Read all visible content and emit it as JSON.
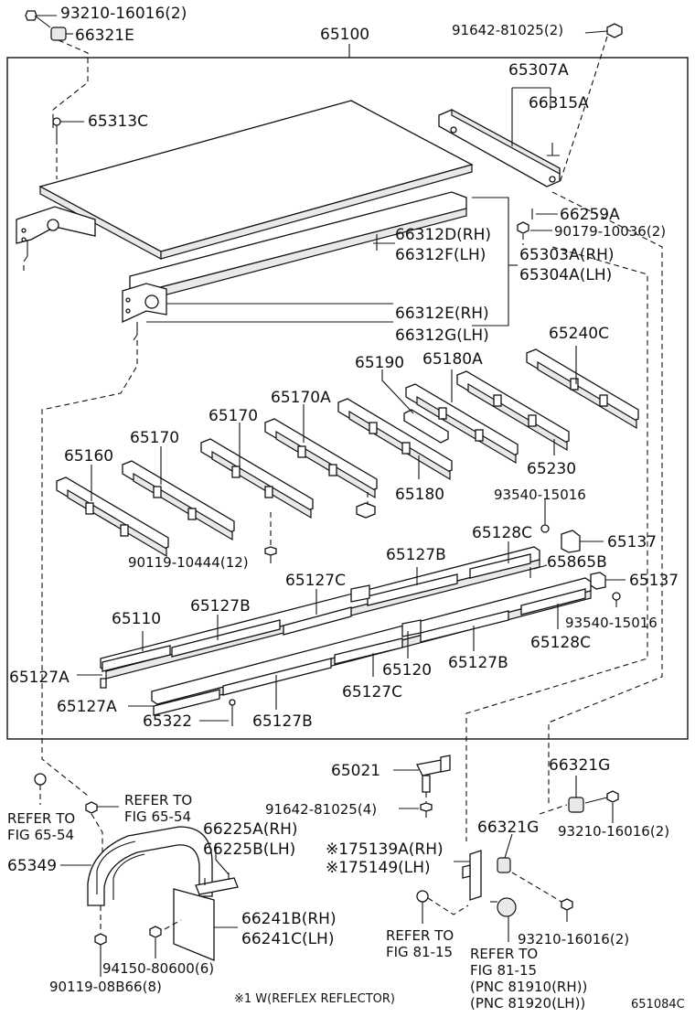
{
  "labels": {
    "p93210_16016_top": "93210-16016(2)",
    "p66321E": "66321E",
    "p65100": "65100",
    "p91642_81025_top": "91642-81025(2)",
    "p65307A": "65307A",
    "p66315A": "66315A",
    "p65313C": "65313C",
    "p66259A": "66259A",
    "p90179_10036": "90179-10036(2)",
    "p66312D": "66312D(RH)",
    "p66312F": "66312F(LH)",
    "p65303A": "65303A(RH)",
    "p65304A": "65304A(LH)",
    "p66312E": "66312E(RH)",
    "p66312G": "66312G(LH)",
    "p65240C": "65240C",
    "p65190": "65190",
    "p65180A": "65180A",
    "p65170A": "65170A",
    "p65170_a": "65170",
    "p65170_b": "65170",
    "p65160": "65160",
    "p65180": "65180",
    "p65230": "65230",
    "p93540_15016_a": "93540-15016",
    "p90119_10444": "90119-10444(12)",
    "p65128C_a": "65128C",
    "p65137_a": "65137",
    "p65127B_a": "65127B",
    "p65865B": "65865B",
    "p65127C_a": "65127C",
    "p65137_b": "65137",
    "p65110": "65110",
    "p65127B_b": "65127B",
    "p93540_15016_b": "93540-15016",
    "p65128C_b": "65128C",
    "p65127A_a": "65127A",
    "p65120": "65120",
    "p65127B_c": "65127B",
    "p65127C_b": "65127C",
    "p65127A_b": "65127A",
    "p65322": "65322",
    "p65127B_d": "65127B",
    "p65021": "65021",
    "p66321G_a": "66321G",
    "refer_fig_65_54_a1": "REFER TO",
    "refer_fig_65_54_a2": "FIG 65-54",
    "refer_fig_65_54_b1": "REFER TO",
    "refer_fig_65_54_b2": "FIG 65-54",
    "p91642_81025_bot": "91642-81025(4)",
    "p66321G_b": "66321G",
    "p93210_16016_mid": "93210-16016(2)",
    "p66225A": "66225A(RH)",
    "p66225B": "66225B(LH)",
    "p75139A": "※175139A(RH)",
    "p75149": "※175149(LH)",
    "p65349": "65349",
    "p66241B": "66241B(RH)",
    "p66241C": "66241C(LH)",
    "p93210_16016_bot": "93210-16016(2)",
    "refer_fig_81_15_a1": "REFER TO",
    "refer_fig_81_15_a2": "FIG 81-15",
    "refer_fig_81_15_b1": "REFER TO",
    "refer_fig_81_15_b2": "FIG 81-15",
    "pnc_81910": "(PNC 81910(RH))",
    "pnc_81920": "(PNC 81920(LH))",
    "p94150_80600": "94150-80600(6)",
    "p90119_08B66": "90119-08B66(8)",
    "footnote": "※1 W(REFLEX REFLECTOR)",
    "figure_code": "651084C"
  }
}
